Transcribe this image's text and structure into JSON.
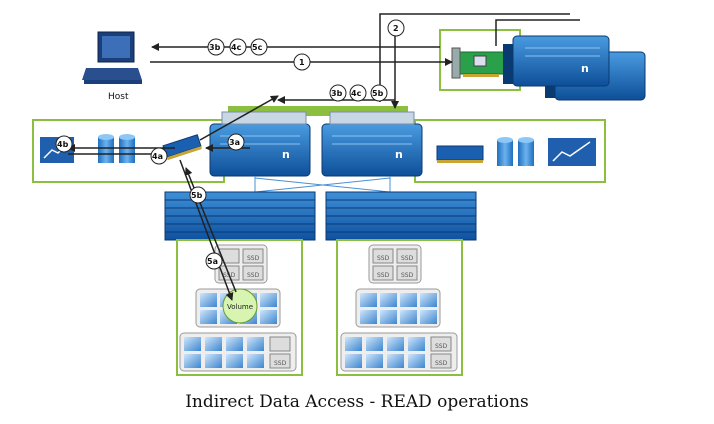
{
  "host_label": "Host",
  "caption": "Indirect Data Access - READ operations",
  "volume_label": "Volume",
  "ssd_label": "SSD",
  "steps": {
    "s1": "1",
    "s2": "2",
    "s3a": "3a",
    "s3b": "3b",
    "s4a": "4a",
    "s4b": "4b",
    "s4c": "4c",
    "s5a": "5a",
    "s5b": "5b",
    "s5c": "5c"
  },
  "colors": {
    "green_frame": "#8cbf3f",
    "controller_blue": "#1565b8",
    "arrow": "#222222",
    "volume_fill": "#d7f5b0"
  },
  "icons": [
    "host-computer-icon",
    "network-card-icon",
    "storage-controller-icon",
    "memory-module-icon",
    "disk-cylinders-icon",
    "flash-card-icon",
    "disk-shelf-icon",
    "ssd-icon",
    "volume-icon"
  ]
}
